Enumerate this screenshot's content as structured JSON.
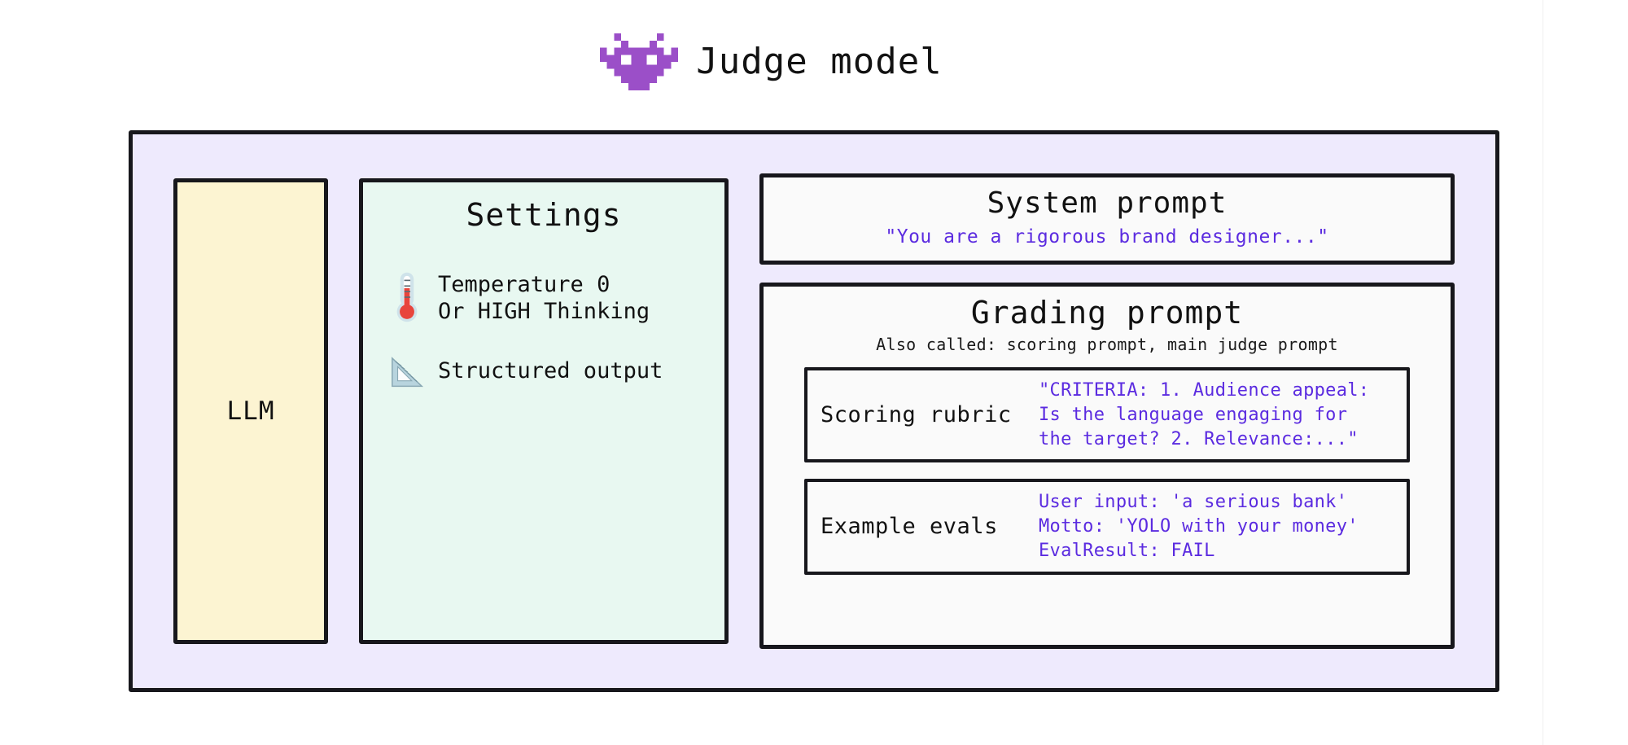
{
  "header": {
    "icon": "alien-monster-icon",
    "icon_color": "#9b4fc8",
    "title": "Judge model"
  },
  "diagram": {
    "frame_bg": "#eeeafd",
    "border_color": "#17171c",
    "accent_purple": "#5b2be0",
    "llm": {
      "label": "LLM",
      "bg": "#fcf4d2"
    },
    "settings": {
      "title": "Settings",
      "bg": "#e8f8f1",
      "items": [
        {
          "icon": "thermometer-icon",
          "text": "Temperature 0\nOr HIGH Thinking"
        },
        {
          "icon": "triangular-ruler-icon",
          "text": "Structured output"
        }
      ]
    },
    "system_prompt": {
      "title": "System prompt",
      "quote": "\"You are a rigorous brand designer...\""
    },
    "grading_prompt": {
      "title": "Grading prompt",
      "subtitle": "Also called: scoring prompt, main judge prompt",
      "rows": [
        {
          "key": "Scoring rubric",
          "value": "\"CRITERIA: 1. Audience appeal:\nIs the language engaging for\nthe target? 2. Relevance:...\""
        },
        {
          "key": "Example evals",
          "value": "User input: 'a serious bank'\nMotto: 'YOLO with your money'\nEvalResult: FAIL"
        }
      ]
    }
  }
}
